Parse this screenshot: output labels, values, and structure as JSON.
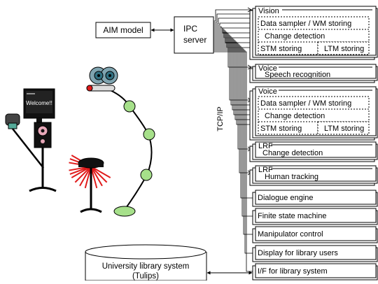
{
  "left": {
    "aim_model": "AIM model",
    "ipc_line1": "IPC",
    "ipc_line2": "server",
    "tcpip": "TCP/IP",
    "robot_screen_text": "Welcome!!",
    "library_db_line1": "University library system",
    "library_db_line2": "(Tulips)"
  },
  "modules": {
    "vision": {
      "title": "Vision",
      "rows": [
        "Data sampler / WM storing",
        "Change detection"
      ],
      "bottom_left": "STM storing",
      "bottom_right": "LTM storing"
    },
    "voice1": {
      "title": "Voice",
      "row": "Speech recognition"
    },
    "voice2": {
      "title": "Voice",
      "rows": [
        "Data sampler / WM storing",
        "Change detection"
      ],
      "bottom_left": "STM storing",
      "bottom_right": "LTM storing"
    },
    "lrf1": {
      "title": "LRF",
      "row": "Change detection"
    },
    "lrf2": {
      "title": "LRF",
      "row": "Human tracking"
    },
    "singles": [
      "Dialogue engine",
      "Finite state machine",
      "Manipulator control",
      "Display for library users",
      "I/F for library system"
    ]
  },
  "colors": {
    "joint_green": "#a6e08a",
    "eye_teal": "#2f6f80",
    "led_red": "#e01b1b",
    "speaker_pink": "#e7a7b8"
  }
}
